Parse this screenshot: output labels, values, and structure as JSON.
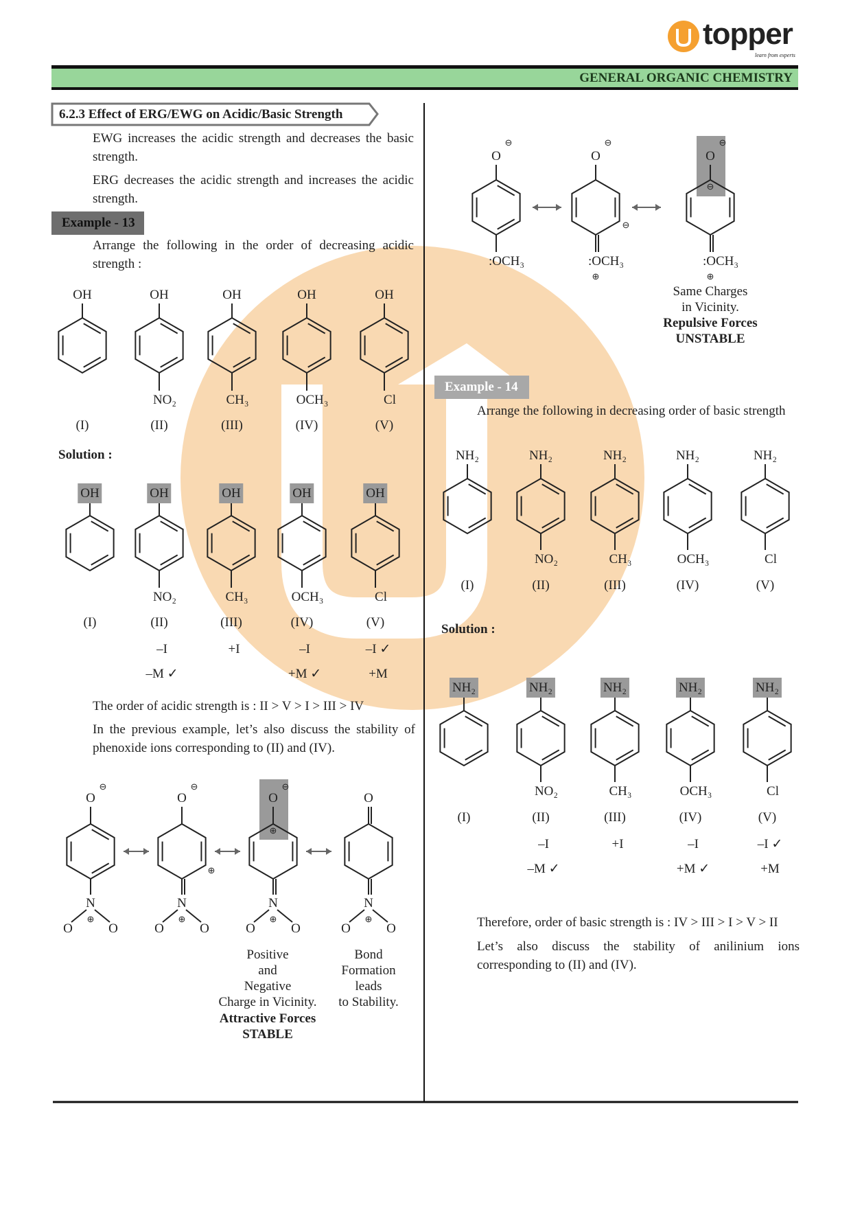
{
  "header": {
    "brand": "topper",
    "tagline": "learn from experts",
    "chapter": "GENERAL ORGANIC CHEMISTRY",
    "colors": {
      "band": "#98d69a",
      "logo": "#f5a030"
    }
  },
  "section": {
    "title": "6.2.3  Effect of ERG/EWG on Acidic/Basic Strength",
    "p1": "EWG increases the acidic strength and decreases the basic strength.",
    "p2": "ERG decreases the acidic strength and increases the acidic strength."
  },
  "example13": {
    "label": "Example - 13",
    "question": "Arrange the following in the order of decreasing acidic strength :",
    "compounds": [
      {
        "group": "OH",
        "sub": "",
        "num": "(I)"
      },
      {
        "group": "OH",
        "sub": "NO₂",
        "num": "(II)"
      },
      {
        "group": "OH",
        "sub": "CH₃",
        "num": "(III)"
      },
      {
        "group": "OH",
        "sub": "OCH₃",
        "num": "(IV)"
      },
      {
        "group": "OH",
        "sub": "Cl",
        "num": "(V)"
      }
    ],
    "solution_label": "Solution :",
    "effects": [
      {
        "a": "",
        "b": ""
      },
      {
        "a": "–I",
        "b": "–M ✓"
      },
      {
        "a": "+I",
        "b": ""
      },
      {
        "a": "–I",
        "b": "+M ✓"
      },
      {
        "a": "–I ✓",
        "b": "+M"
      }
    ],
    "conclusion": "The order of acidic strength is : II > V > I > III > IV",
    "discussion": "In the previous example, let’s also discuss the stability of phenoxide ions corresponding to (II) and (IV)."
  },
  "phenoxide_nitro": {
    "o_label": "O",
    "n_label": "N",
    "caption_stable": [
      "Positive",
      "and",
      "Negative",
      "Charge in Vicinity."
    ],
    "caption_stable_bold": [
      "Attractive Forces",
      "STABLE"
    ],
    "caption_bond": [
      "Bond",
      "Formation",
      "leads",
      "to Stability."
    ]
  },
  "phenoxide_methoxy": {
    "o_label": "O",
    "och3_label": ":OCH₃",
    "caption": [
      "Same Charges",
      "in Vicinity."
    ],
    "caption_bold": [
      "Repulsive Forces",
      "UNSTABLE"
    ]
  },
  "example14": {
    "label": "Example - 14",
    "question": "Arrange the following in decreasing order of basic strength",
    "compounds": [
      {
        "group": "NH₂",
        "sub": "",
        "num": "(I)"
      },
      {
        "group": "NH₂",
        "sub": "NO₂",
        "num": "(II)"
      },
      {
        "group": "NH₂",
        "sub": "CH₃",
        "num": "(III)"
      },
      {
        "group": "NH₂",
        "sub": "OCH₃",
        "num": "(IV)"
      },
      {
        "group": "NH₂",
        "sub": "Cl",
        "num": "(V)"
      }
    ],
    "solution_label": "Solution :",
    "effects": [
      {
        "a": "",
        "b": ""
      },
      {
        "a": "–I",
        "b": "–M ✓"
      },
      {
        "a": "+I",
        "b": ""
      },
      {
        "a": "–I",
        "b": "+M ✓"
      },
      {
        "a": "–I ✓",
        "b": "+M"
      }
    ],
    "conclusion": "Therefore, order of basic strength is : IV > III > I > V > II",
    "discussion": "Let’s also discuss the stability of anilinium ions corresponding to (II) and (IV)."
  }
}
